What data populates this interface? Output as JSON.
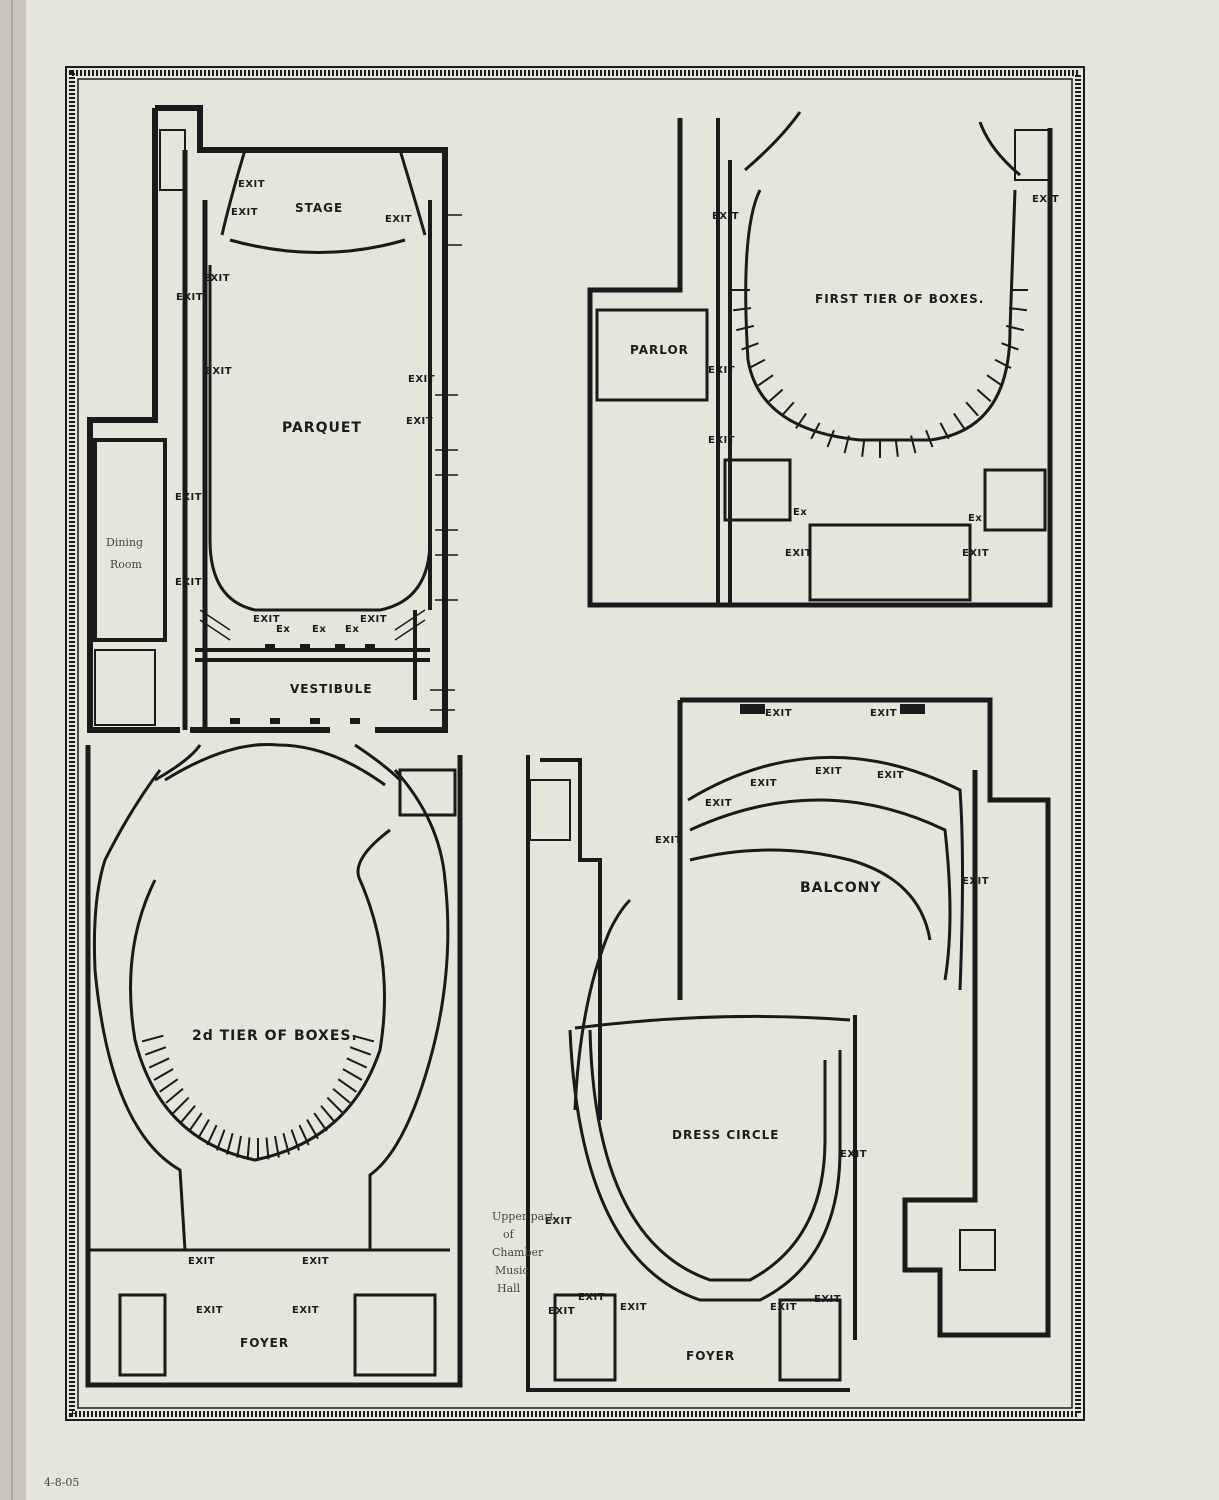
{
  "plans": {
    "parquet_floor": {
      "stage": "STAGE",
      "parquet": "PARQUET",
      "vestibule": "VESTIBULE",
      "dining_room_line1": "Dining",
      "dining_room_line2": "Room",
      "exit": "EXIT",
      "ex": "Ex"
    },
    "first_tier": {
      "title": "FIRST TIER OF BOXES.",
      "parlor": "PARLOR",
      "exit": "EXIT",
      "ex": "Ex"
    },
    "second_tier": {
      "title": "2d TIER OF BOXES.",
      "foyer": "FOYER",
      "exit": "EXIT"
    },
    "balcony_dress_circle": {
      "balcony": "BALCONY",
      "dress_circle": "DRESS CIRCLE",
      "foyer": "FOYER",
      "exit": "EXIT",
      "chamber_note": [
        "Upper part",
        "of",
        "Chamber",
        "Music",
        "Hall"
      ]
    }
  },
  "margin_note": "4-8-05"
}
